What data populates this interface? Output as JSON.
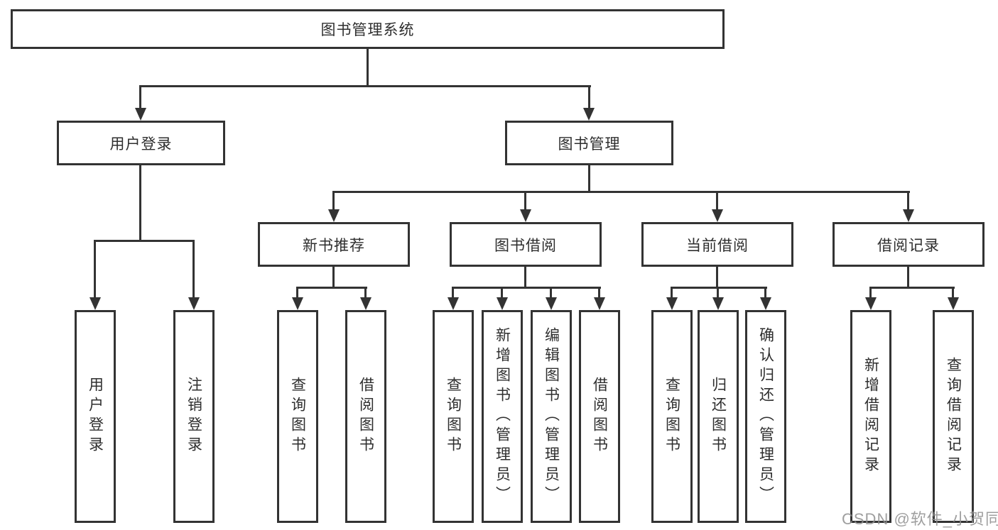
{
  "tree": {
    "label": "图书管理系统",
    "children": [
      {
        "label": "用户登录",
        "children": [
          {
            "label": "用户登录"
          },
          {
            "label": "注销登录"
          }
        ]
      },
      {
        "label": "图书管理",
        "children": [
          {
            "label": "新书推荐",
            "children": [
              {
                "label": "查询图书"
              },
              {
                "label": "借阅图书"
              }
            ]
          },
          {
            "label": "图书借阅",
            "children": [
              {
                "label": "查询图书"
              },
              {
                "label": "新增图书（管理员）"
              },
              {
                "label": "编辑图书（管理员）"
              },
              {
                "label": "借阅图书"
              }
            ]
          },
          {
            "label": "当前借阅",
            "children": [
              {
                "label": "查询图书"
              },
              {
                "label": "归还图书"
              },
              {
                "label": "确认归还（管理员）"
              }
            ]
          },
          {
            "label": "借阅记录",
            "children": [
              {
                "label": "新增借阅记录"
              },
              {
                "label": "查询借阅记录"
              }
            ]
          }
        ]
      }
    ]
  },
  "watermark": "CSDN @软件_小贺同学",
  "colors": {
    "line": "#333333",
    "text": "#2e2e2e",
    "background": "#ffffff",
    "watermark": "#8f8f8f"
  }
}
